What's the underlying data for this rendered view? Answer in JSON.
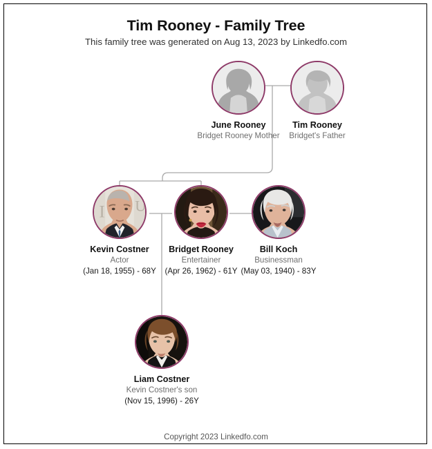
{
  "header": {
    "title": "Tim Rooney - Family Tree",
    "subtitle": "This family tree was generated on Aug 13, 2023 by Linkedfo.com"
  },
  "footer": {
    "copyright": "Copyright 2023 Linkedfo.com"
  },
  "theme": {
    "ring_color": "#8e3a68",
    "line_color": "#a9a9a9",
    "border_color": "#000000",
    "name_color": "#111111",
    "role_color": "#6e6e6e"
  },
  "people": [
    {
      "id": "june-rooney",
      "name": "June Rooney",
      "role": "Bridget Rooney Mother",
      "dates": "",
      "avatar": "placeholder-female-avatar",
      "generation": 1
    },
    {
      "id": "tim-rooney",
      "name": "Tim Rooney",
      "role": "Bridget's Father",
      "dates": "",
      "avatar": "placeholder-male-avatar",
      "generation": 1
    },
    {
      "id": "kevin-costner",
      "name": "Kevin Costner",
      "role": "Actor",
      "dates": "(Jan 18, 1955) - 68Y",
      "avatar": "photo-kevin-costner",
      "generation": 2
    },
    {
      "id": "bridget-rooney",
      "name": "Bridget Rooney",
      "role": "Entertainer",
      "dates": "(Apr 26, 1962) - 61Y",
      "avatar": "photo-bridget-rooney",
      "generation": 2
    },
    {
      "id": "bill-koch",
      "name": "Bill Koch",
      "role": "Businessman",
      "dates": "(May 03, 1940) - 83Y",
      "avatar": "photo-bill-koch",
      "generation": 2
    },
    {
      "id": "liam-costner",
      "name": "Liam Costner",
      "role": "Kevin Costner's son",
      "dates": "(Nov 15, 1996) - 26Y",
      "avatar": "photo-liam-costner",
      "generation": 3
    }
  ]
}
